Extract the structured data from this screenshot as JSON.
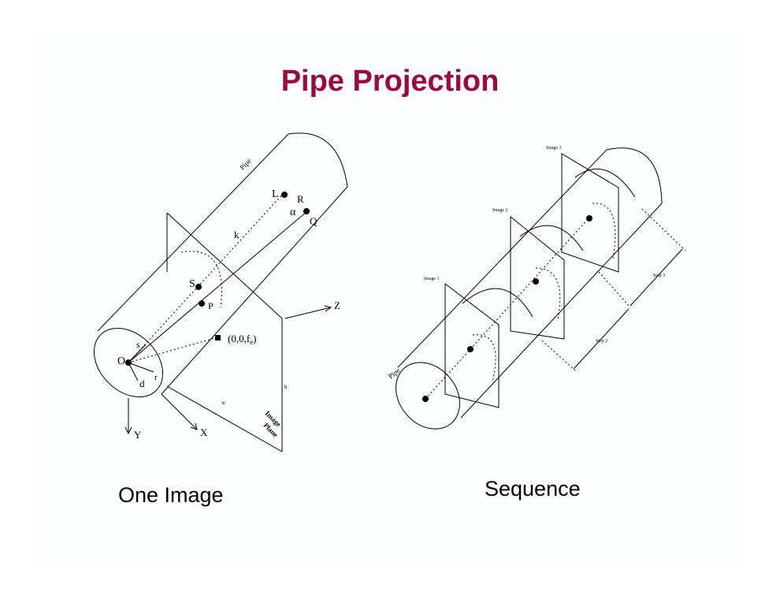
{
  "title": "Pipe Projection",
  "left_diagram": {
    "caption": "One Image",
    "labels": {
      "pipe": "Pipe",
      "L": "L",
      "R": "R",
      "alpha": "α",
      "Q": "Q",
      "k": "k",
      "S": "S",
      "P": "P",
      "Z": "Z",
      "point": "(0,0,f",
      "point_sub": "e",
      "point_close": ")",
      "s": "s",
      "O": "O",
      "r": "r",
      "d": "d",
      "Y": "Y",
      "X": "X",
      "image_plane": "Image",
      "image_plane_2": "Plane",
      "h": "h",
      "w": "w"
    }
  },
  "right_diagram": {
    "caption": "Sequence",
    "labels": {
      "pipe": "Pipe",
      "image1": "Image 1",
      "image2": "Image 2",
      "image3": "Image 3",
      "step2": "Step 2",
      "step3": "Step 3"
    }
  }
}
